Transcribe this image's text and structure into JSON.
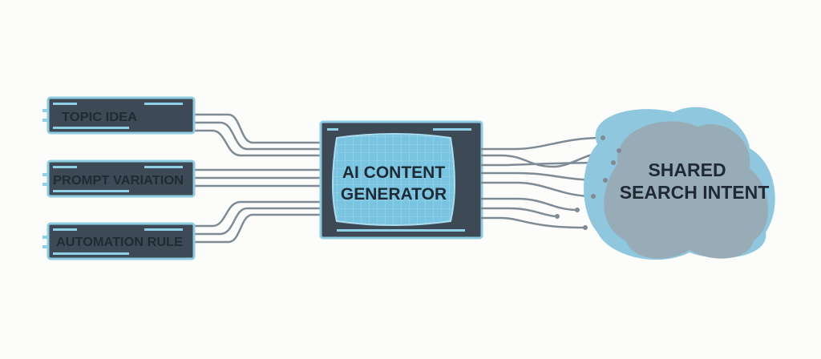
{
  "inputs": [
    {
      "label": "TOPIC IDEA"
    },
    {
      "label": "PROMPT VARIATION"
    },
    {
      "label": "AUTOMATION RULE"
    }
  ],
  "generator": {
    "line1": "AI CONTENT",
    "line2": "GENERATOR"
  },
  "output": {
    "line1": "SHARED",
    "line2": "SEARCH INTENT"
  },
  "colors": {
    "background": "#fcfcfb",
    "panel_dark": "#3d4a56",
    "panel_border": "#8ccbe0",
    "accent_light": "#8fd0e6",
    "screen": "#79c4e0",
    "cloud_light": "#8fc7de",
    "cloud_gray": "#9aa7b1",
    "wire": "#7e8a94",
    "text_dark": "#1f2a35"
  }
}
